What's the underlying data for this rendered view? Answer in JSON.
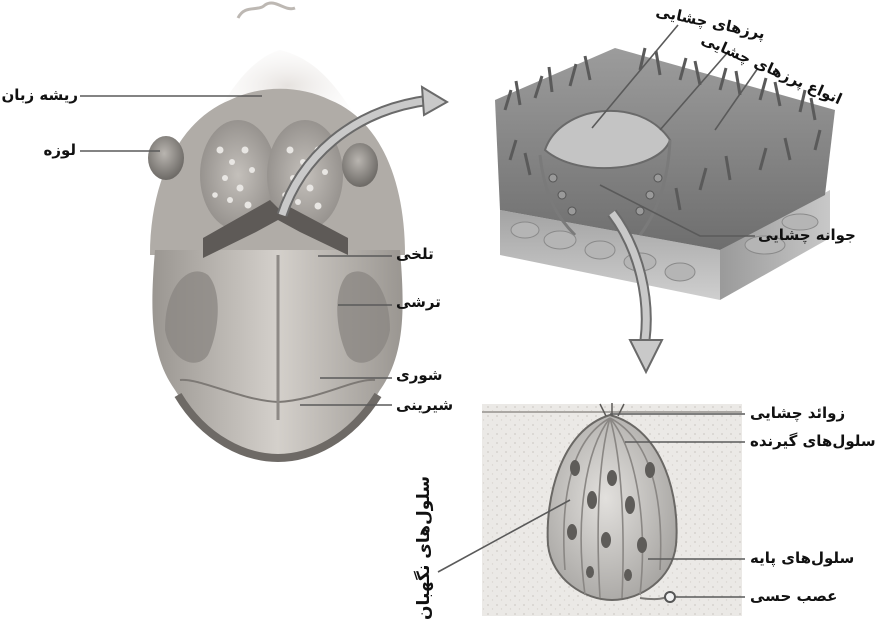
{
  "figure": {
    "tongue": {
      "labels": {
        "root": "ریشه زبان",
        "tonsil": "لوزه",
        "bitter": "تلخی",
        "sour": "ترشی",
        "salty": "شوری",
        "sweet": "شیرینی"
      }
    },
    "papilla_block": {
      "labels": {
        "papilla": "پرزهای چشایی",
        "papilla_types": "انواع پرزهای چشایی",
        "taste_bud": "جوانه چشایی"
      }
    },
    "taste_bud_detail": {
      "labels": {
        "taste_hairs": "زوائد چشایی",
        "receptor_cells": "سلول‌های گیرنده",
        "basal_cells": "سلول‌های پایه",
        "sensory_nerve": "عصب حسی",
        "supporting_cells": "سلول‌های نگهبان"
      }
    }
  }
}
